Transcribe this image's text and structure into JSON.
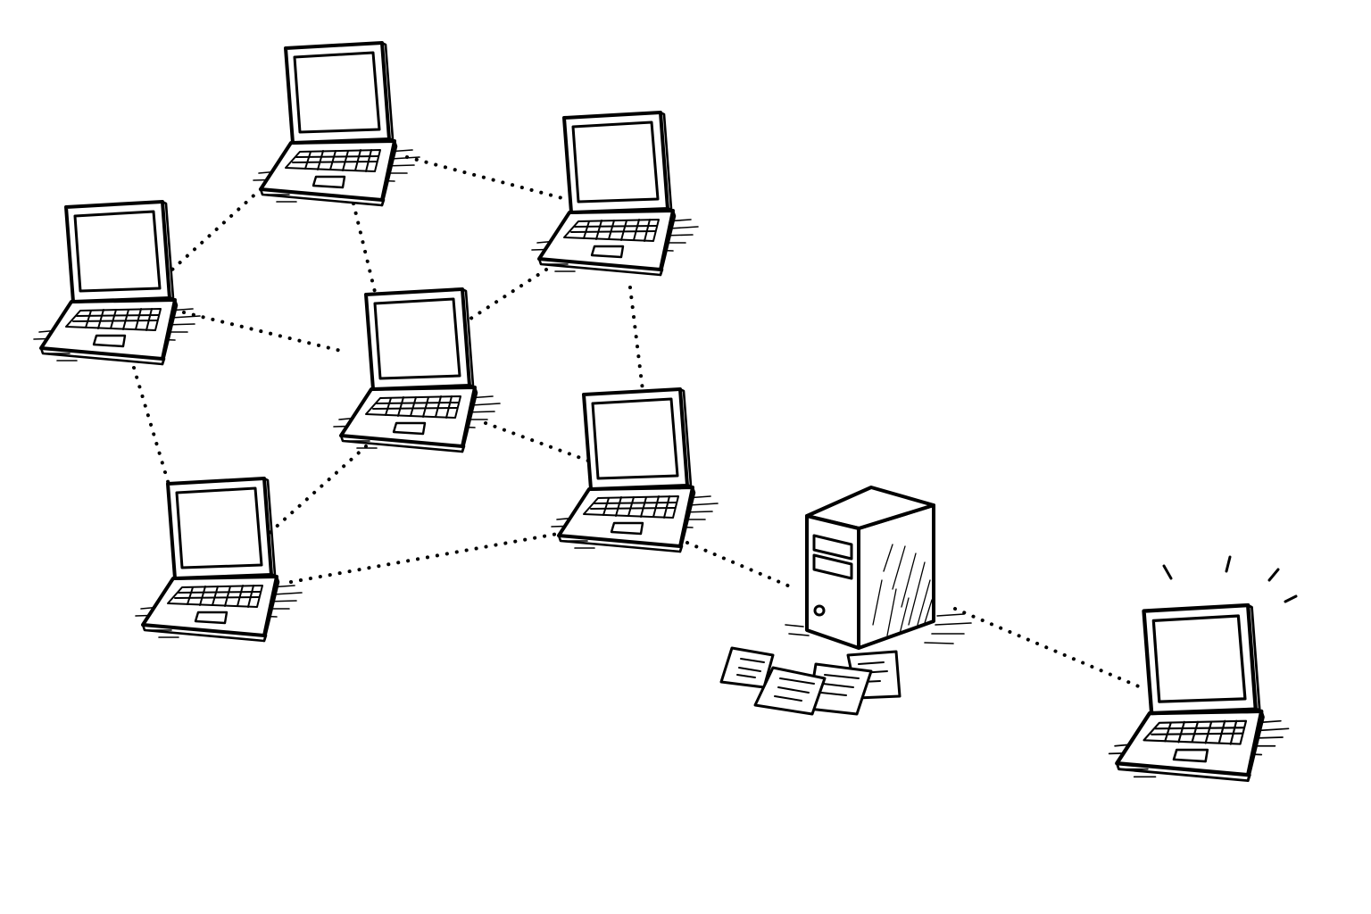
{
  "diagram": {
    "type": "network-topology",
    "style": "black ink line drawing on white",
    "colors": {
      "ink": "#000000",
      "background": "#ffffff",
      "screen": "#ffffff"
    },
    "nodes": [
      {
        "id": "laptop-top",
        "kind": "laptop-icon"
      },
      {
        "id": "laptop-upper-right",
        "kind": "laptop-icon"
      },
      {
        "id": "laptop-left",
        "kind": "laptop-icon"
      },
      {
        "id": "laptop-center",
        "kind": "laptop-icon"
      },
      {
        "id": "laptop-middle-right",
        "kind": "laptop-icon"
      },
      {
        "id": "laptop-bottom-left",
        "kind": "laptop-icon"
      },
      {
        "id": "server",
        "kind": "server-tower-icon",
        "accessory": "document-pile-icon"
      },
      {
        "id": "laptop-remote",
        "kind": "laptop-icon",
        "indicator": "activity-burst-icon"
      }
    ],
    "links": [
      {
        "from": "laptop-top",
        "to": "laptop-upper-right",
        "style": "dotted"
      },
      {
        "from": "laptop-top",
        "to": "laptop-left",
        "style": "dotted"
      },
      {
        "from": "laptop-top",
        "to": "laptop-center",
        "style": "dotted"
      },
      {
        "from": "laptop-upper-right",
        "to": "laptop-center",
        "style": "dotted"
      },
      {
        "from": "laptop-upper-right",
        "to": "laptop-middle-right",
        "style": "dotted"
      },
      {
        "from": "laptop-left",
        "to": "laptop-center",
        "style": "dotted"
      },
      {
        "from": "laptop-left",
        "to": "laptop-bottom-left",
        "style": "dotted"
      },
      {
        "from": "laptop-center",
        "to": "laptop-bottom-left",
        "style": "dotted"
      },
      {
        "from": "laptop-center",
        "to": "laptop-middle-right",
        "style": "dotted"
      },
      {
        "from": "laptop-bottom-left",
        "to": "laptop-middle-right",
        "style": "dotted"
      },
      {
        "from": "laptop-middle-right",
        "to": "server",
        "style": "dotted"
      },
      {
        "from": "server",
        "to": "laptop-remote",
        "style": "dotted"
      }
    ]
  }
}
